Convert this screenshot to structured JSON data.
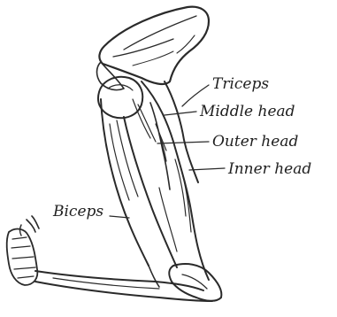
{
  "diagram": {
    "labels": {
      "triceps": "Triceps",
      "middle_head": "Middle head",
      "outer_head": "Outer head",
      "inner_head": "Inner head",
      "biceps": "Biceps"
    },
    "colors": {
      "ink": "#2a2a2a",
      "shade": "#8a8a8a",
      "bone": "#f4f4f4",
      "background": "#ffffff"
    }
  }
}
